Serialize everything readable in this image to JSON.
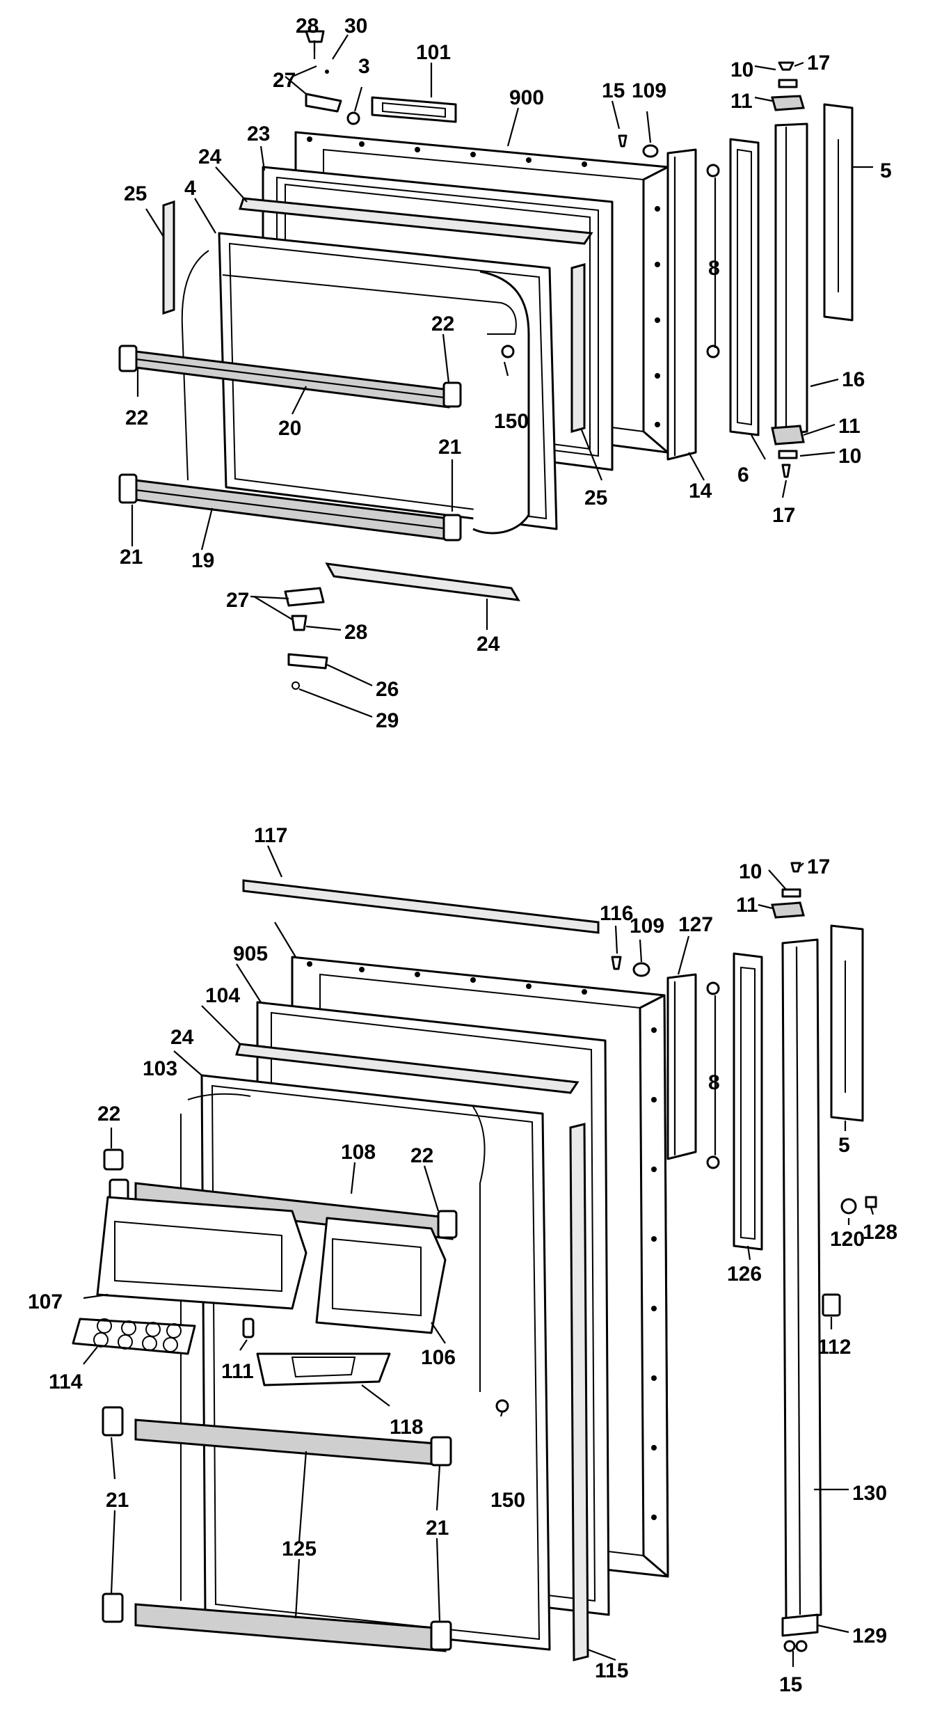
{
  "labels": {
    "l28a": "28",
    "l30": "30",
    "l27a": "27",
    "l3": "3",
    "l101": "101",
    "l900": "900",
    "l15a": "15",
    "l109a": "109",
    "l10a": "10",
    "l17a": "17",
    "l11a": "11",
    "l5a": "5",
    "l23": "23",
    "l24a": "24",
    "l25a": "25",
    "l4": "4",
    "l22a": "22",
    "l22b": "22",
    "l150a": "150",
    "l20": "20",
    "l8a": "8",
    "l16": "16",
    "l11b": "11",
    "l10b": "10",
    "l6": "6",
    "l17b": "17",
    "l14": "14",
    "l25b": "25",
    "l21a": "21",
    "l21b": "21",
    "l19": "19",
    "l27b": "27",
    "l28b": "28",
    "l24b": "24",
    "l26": "26",
    "l29": "29",
    "l117": "117",
    "l116": "116",
    "l109b": "109",
    "l127": "127",
    "l17c": "17",
    "l10c": "10",
    "l11c": "11",
    "l905": "905",
    "l104": "104",
    "l24c": "24",
    "l103": "103",
    "l8b": "8",
    "l22c": "22",
    "l108": "108",
    "l22d": "22",
    "l5b": "5",
    "l120": "120",
    "l128": "128",
    "l126": "126",
    "l107": "107",
    "l106": "106",
    "l114": "114",
    "l111": "111",
    "l118": "118",
    "l112": "112",
    "l150b": "150",
    "l130": "130",
    "l21c": "21",
    "l125": "125",
    "l21d": "21",
    "l115": "115",
    "l129": "129",
    "l15b": "15"
  }
}
